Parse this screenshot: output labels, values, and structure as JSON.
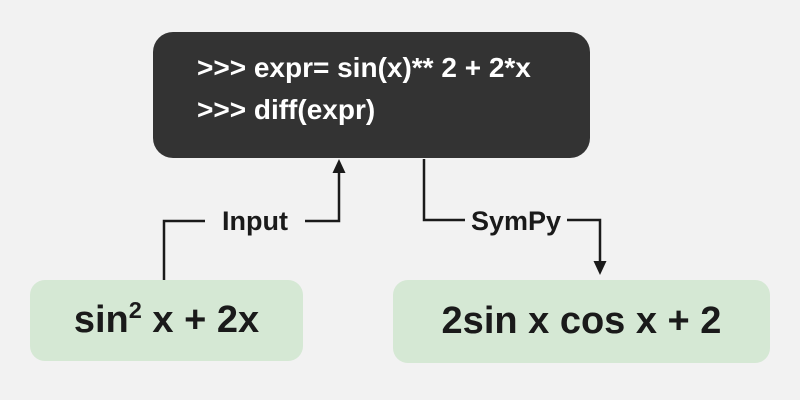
{
  "diagram": {
    "terminal": {
      "lines": [
        ">>> expr= sin(x)** 2 + 2*x",
        ">>> diff(expr)"
      ]
    },
    "connectors": {
      "input_label": "Input",
      "sympy_label": "SymPy"
    },
    "input_box": {
      "base": "sin",
      "superscript": "2",
      "rest": " x + 2x"
    },
    "output_box": {
      "text": "2sin x cos x + 2"
    },
    "colors": {
      "background": "#f2f2f2",
      "terminal_bg": "#333333",
      "terminal_text": "#ffffff",
      "expr_box_bg": "#d5e8d4",
      "text": "#1a1a1a",
      "arrow": "#1a1a1a"
    }
  }
}
